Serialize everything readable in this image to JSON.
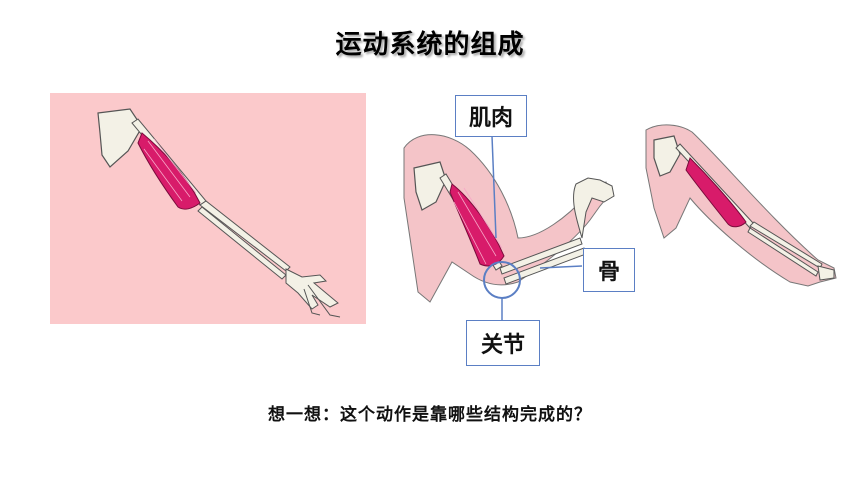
{
  "title": "运动系统的组成",
  "labels": {
    "muscle": "肌肉",
    "bone": "骨",
    "joint": "关节"
  },
  "question": "想一想：这个动作是靠哪些结构完成的？",
  "colors": {
    "panel_bg": "#fbc9cb",
    "muscle": "#d81b6a",
    "bone": "#f3f1e6",
    "skin": "#f4c4c8",
    "callout": "#5b7fc4"
  }
}
